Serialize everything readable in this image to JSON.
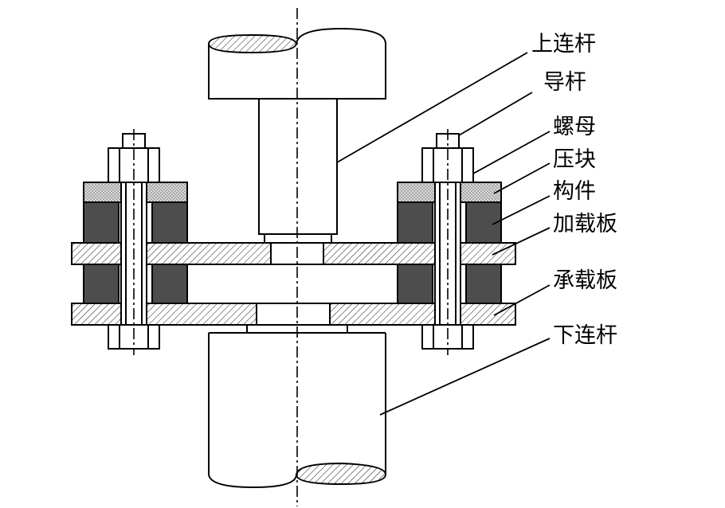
{
  "labels": {
    "upper_rod": "上连杆",
    "guide_rod": "导杆",
    "nut": "螺母",
    "press_block": "压块",
    "specimen": "构件",
    "loading_plate": "加载板",
    "bearing_plate": "承载板",
    "lower_rod": "下连杆"
  },
  "colors": {
    "line": "#000000",
    "specimen_fill": "#4d4d4d",
    "press_block_fill": "#d9d9d9",
    "background": "#ffffff"
  }
}
